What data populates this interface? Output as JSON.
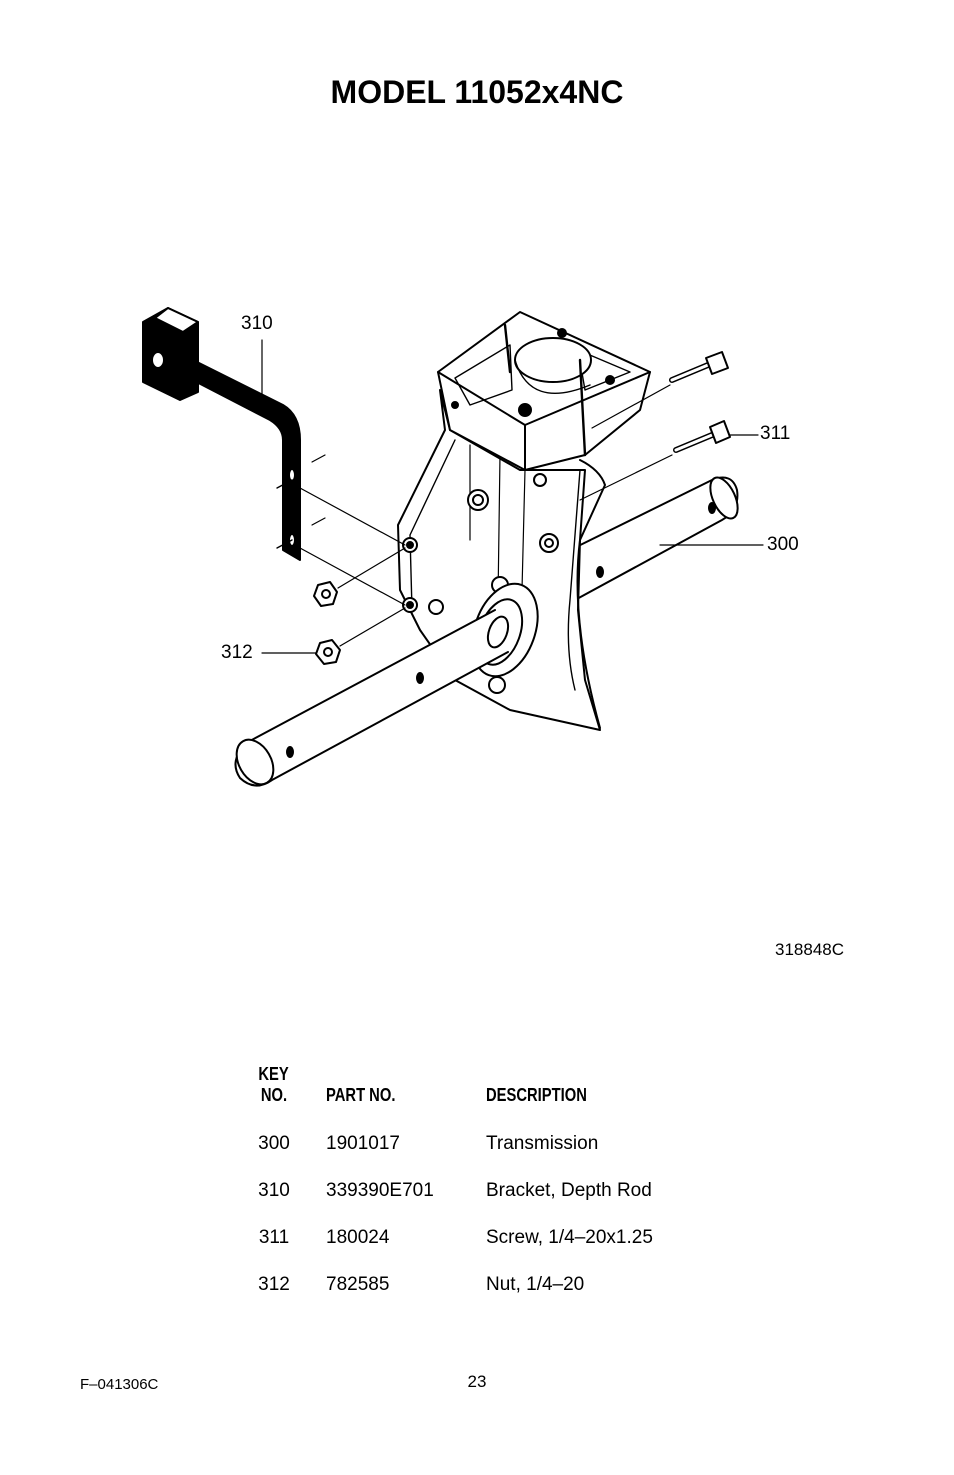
{
  "page": {
    "title": "MODEL 11052x4NC",
    "drawing_number": "318848C",
    "footer_code": "F–041306C",
    "page_number": "23"
  },
  "diagram": {
    "callouts": {
      "c310": "310",
      "c311": "311",
      "c300": "300",
      "c312": "312"
    }
  },
  "parts_table": {
    "headers": {
      "key_line1": "KEY",
      "key_line2": "NO.",
      "part_no": "PART NO.",
      "description": "DESCRIPTION"
    },
    "rows": [
      {
        "key": "300",
        "part": "1901017",
        "description": "Transmission"
      },
      {
        "key": "310",
        "part": "339390E701",
        "description": "Bracket, Depth Rod"
      },
      {
        "key": "311",
        "part": "180024",
        "description": "Screw, 1/4–20x1.25"
      },
      {
        "key": "312",
        "part": "782585",
        "description": "Nut, 1/4–20"
      }
    ]
  }
}
